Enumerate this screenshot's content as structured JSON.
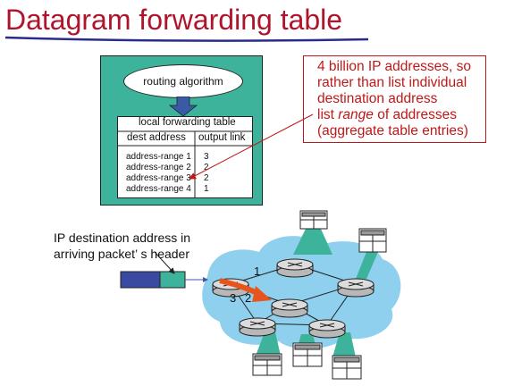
{
  "title": "Datagram forwarding  table",
  "router": {
    "routing_algorithm": "routing algorithm",
    "table_title": "local forwarding table",
    "col_dest": "dest address",
    "col_link": "output  link",
    "rows": [
      {
        "range": "address-range 1",
        "link": "3"
      },
      {
        "range": "address-range 2",
        "link": "2"
      },
      {
        "range": "address-range 3",
        "link": "2"
      },
      {
        "range": "address-range 4",
        "link": "1"
      }
    ]
  },
  "note": {
    "line1": "4 billion IP addresses, so",
    "line2": "rather than list individual",
    "line3": "destination address",
    "line4_prefix": "list ",
    "line4_emph": "range",
    "line4_suffix": " of addresses",
    "line5": "(aggregate table entries)"
  },
  "packet_label": {
    "line1": "IP destination address in",
    "line2": "arriving packet’ s header"
  },
  "link_labels": {
    "l1": "1",
    "l2": "2",
    "l3": "3"
  },
  "colors": {
    "title": "#b0142c",
    "note": "#c01818",
    "teal": "#3cb39a",
    "cloud": "#8fd0ee",
    "arrow": "#e8551c"
  }
}
